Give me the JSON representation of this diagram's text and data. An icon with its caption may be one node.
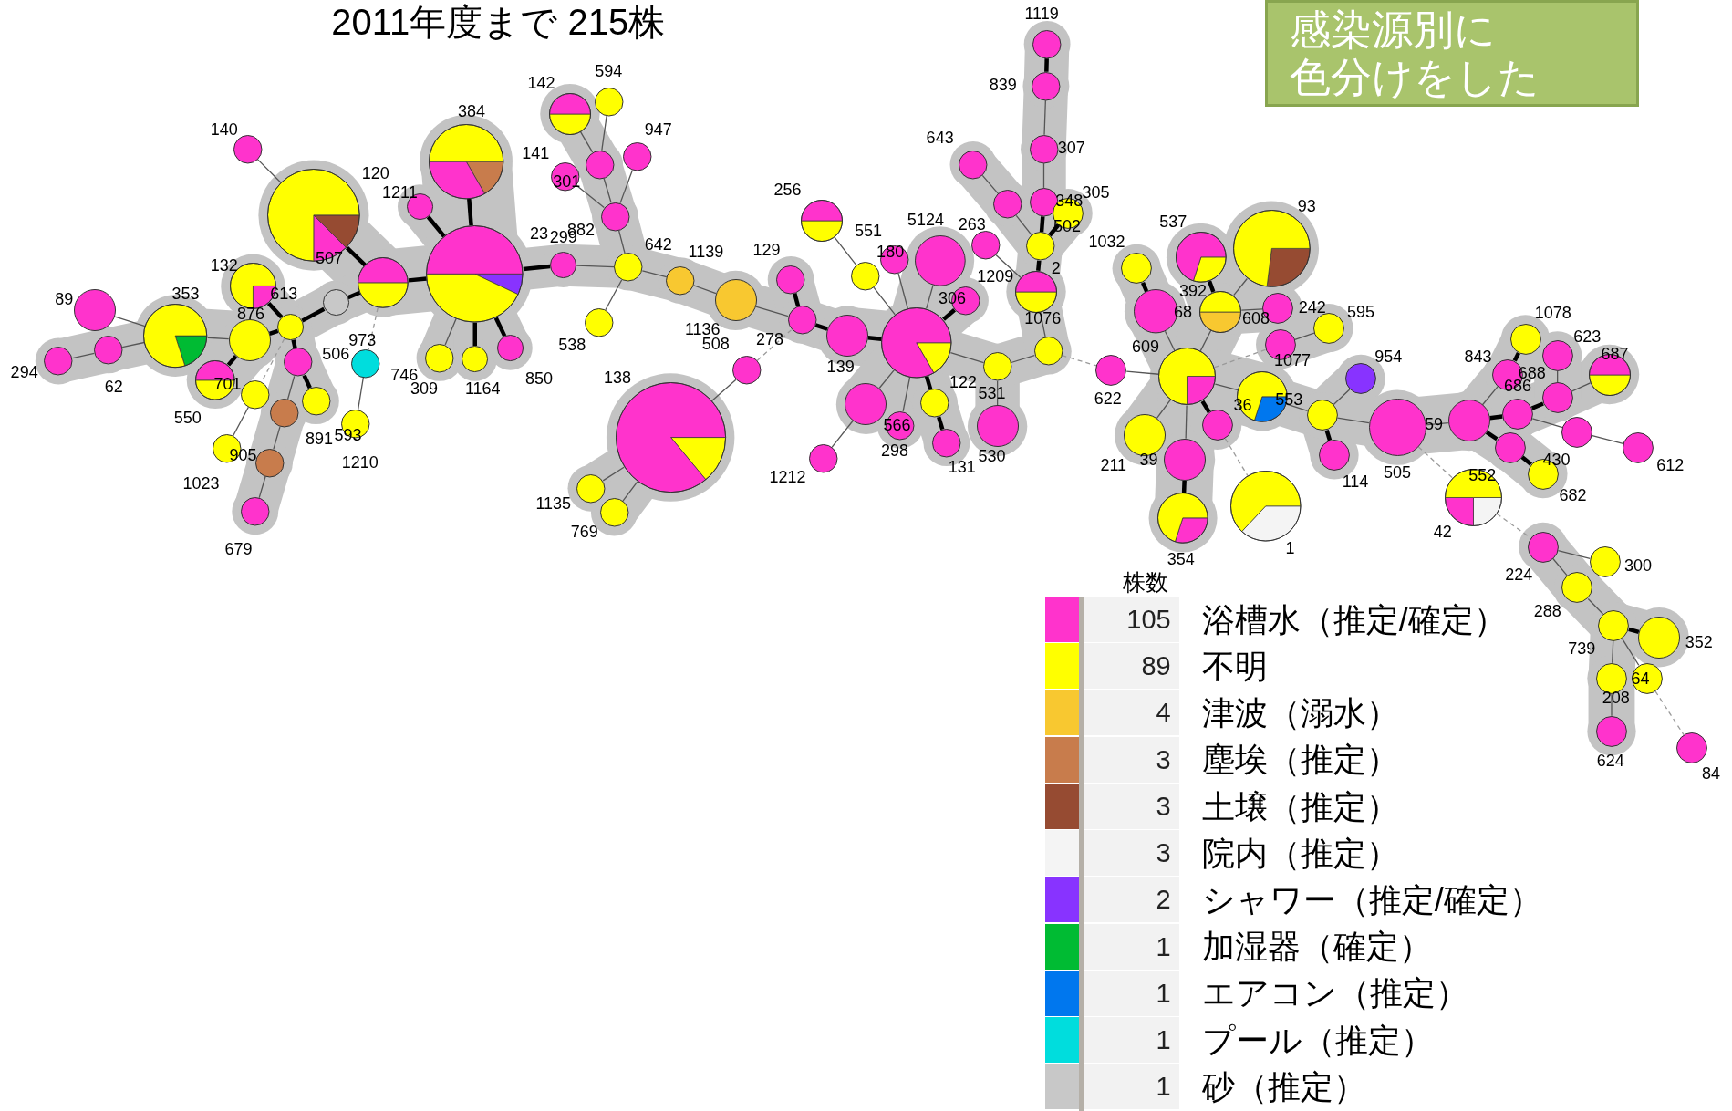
{
  "diagram": {
    "title": "2011年度まで 215株",
    "nodes": [
      {
        "text": [],
        "shape": "circle"
      },
      {
        "text": [],
        "shape": "circle"
      },
      {
        "text": [],
        "shape": "circle"
      },
      {
        "text": [],
        "shape": "circle"
      },
      {
        "text": [],
        "shape": "circle"
      },
      {
        "text": [],
        "shape": "circle"
      },
      {
        "text": [],
        "shape": "circle"
      },
      {
        "text": [],
        "shape": "circle"
      },
      {
        "text": [],
        "shape": "circle"
      },
      {
        "text": [],
        "shape": "circle"
      },
      {
        "text": [],
        "shape": "circle"
      },
      {
        "text": [],
        "shape": "circle"
      },
      {
        "text": [],
        "shape": "circle"
      },
      {
        "text": [],
        "shape": "circle"
      },
      {
        "text": [],
        "shape": "circle"
      },
      {
        "text": [],
        "shape": "circle"
      },
      {
        "text": [],
        "shape": "circle"
      },
      {
        "text": [],
        "shape": "circle"
      },
      {
        "text": [],
        "shape": "circle"
      },
      {
        "text": [],
        "shape": "circle"
      },
      {
        "text": [],
        "shape": "circle"
      },
      {
        "text": [],
        "shape": "circle"
      },
      {
        "text": [],
        "shape": "circle"
      },
      {
        "text": [],
        "shape": "circle"
      },
      {
        "text": [],
        "shape": "circle"
      },
      {
        "text": [],
        "shape": "circle"
      },
      {
        "text": [],
        "shape": "circle"
      },
      {
        "text": [],
        "shape": "circle"
      },
      {
        "text": [],
        "shape": "circle"
      },
      {
        "text": [],
        "shape": "circle"
      },
      {
        "text": [],
        "shape": "circle"
      },
      {
        "text": [],
        "shape": "circle"
      },
      {
        "text": [],
        "shape": "circle"
      },
      {
        "text": [],
        "shape": "circle"
      },
      {
        "text": [],
        "shape": "circle"
      },
      {
        "text": [],
        "shape": "circle"
      },
      {
        "text": [],
        "shape": "circle"
      },
      {
        "text": [],
        "shape": "circle"
      },
      {
        "text": [],
        "shape": "circle"
      },
      {
        "text": [],
        "shape": "circle"
      },
      {
        "text": [],
        "shape": "circle"
      },
      {
        "text": [],
        "shape": "circle"
      },
      {
        "text": [],
        "shape": "circle"
      },
      {
        "text": [],
        "shape": "circle"
      },
      {
        "text": [],
        "shape": "circle"
      },
      {
        "text": [],
        "shape": "circle"
      },
      {
        "text": [],
        "shape": "circle"
      },
      {
        "text": [],
        "shape": "circle"
      },
      {
        "text": [],
        "shape": "circle"
      },
      {
        "text": [],
        "shape": "circle"
      },
      {
        "text": [],
        "shape": "circle"
      },
      {
        "text": [],
        "shape": "circle"
      },
      {
        "text": [],
        "shape": "circle"
      },
      {
        "text": [],
        "shape": "circle"
      },
      {
        "text": [],
        "shape": "circle"
      },
      {
        "text": [],
        "shape": "circle"
      },
      {
        "text": [],
        "shape": "circle"
      },
      {
        "text": [],
        "shape": "circle"
      },
      {
        "text": [],
        "shape": "circle"
      },
      {
        "text": [],
        "shape": "circle"
      },
      {
        "text": [],
        "shape": "circle"
      },
      {
        "text": [],
        "shape": "circle"
      },
      {
        "text": [],
        "shape": "circle"
      },
      {
        "text": [],
        "shape": "circle"
      },
      {
        "text": [],
        "shape": "circle"
      },
      {
        "text": [],
        "shape": "circle"
      },
      {
        "text": [],
        "shape": "circle"
      },
      {
        "text": [],
        "shape": "circle"
      },
      {
        "text": [],
        "shape": "circle"
      },
      {
        "text": [],
        "shape": "circle"
      },
      {
        "text": [],
        "shape": "circle"
      },
      {
        "text": [],
        "shape": "circle"
      },
      {
        "text": [],
        "shape": "circle"
      },
      {
        "text": [],
        "shape": "circle"
      },
      {
        "text": [],
        "shape": "circle"
      },
      {
        "text": [],
        "shape": "circle"
      },
      {
        "text": [],
        "shape": "circle"
      },
      {
        "text": [],
        "shape": "circle"
      },
      {
        "text": [],
        "shape": "circle"
      },
      {
        "text": [],
        "shape": "circle"
      },
      {
        "text": [],
        "shape": "circle"
      },
      {
        "text": [],
        "shape": "circle"
      },
      {
        "text": [],
        "shape": "circle"
      },
      {
        "text": [],
        "shape": "circle"
      },
      {
        "text": [],
        "shape": "circle"
      },
      {
        "text": [],
        "shape": "circle"
      },
      {
        "text": [],
        "shape": "circle"
      },
      {
        "text": [],
        "shape": "circle"
      },
      {
        "text": [],
        "shape": "circle"
      },
      {
        "text": [],
        "shape": "circle"
      },
      {
        "text": [],
        "shape": "circle"
      },
      {
        "text": [],
        "shape": "circle"
      },
      {
        "text": [],
        "shape": "circle"
      },
      {
        "text": [],
        "shape": "circle"
      },
      {
        "text": [],
        "shape": "circle"
      },
      {
        "text": [],
        "shape": "circle"
      },
      {
        "text": [],
        "shape": "circle"
      },
      {
        "text": [],
        "shape": "circle"
      },
      {
        "text": [],
        "shape": "circle"
      },
      {
        "text": [],
        "shape": "circle"
      },
      {
        "text": [],
        "shape": "circle"
      },
      {
        "text": [],
        "shape": "circle"
      },
      {
        "text": [],
        "shape": "circle"
      },
      {
        "text": [],
        "shape": "circle"
      },
      {
        "text": [],
        "shape": "circle"
      },
      {
        "text": [],
        "shape": "circle"
      },
      {
        "text": [],
        "shape": "circle"
      },
      {
        "text": [],
        "shape": "circle"
      },
      {
        "text": [],
        "shape": "circle"
      },
      {
        "text": [],
        "shape": "circle"
      },
      {
        "text": [
          "感染源別に色分けをした"
        ]
      }
    ],
    "edges": [
      {
        "from": 0,
        "to": 1,
        "arrow": "none"
      },
      {
        "from": 1,
        "to": 5,
        "arrow": "none",
        "style": "thick"
      },
      {
        "from": 5,
        "to": 4,
        "arrow": "none",
        "style": "thick"
      },
      {
        "from": 2,
        "to": 4,
        "arrow": "none",
        "style": "thick"
      },
      {
        "from": 3,
        "to": 4,
        "arrow": "none",
        "style": "thick"
      },
      {
        "from": 4,
        "to": 6,
        "arrow": "none",
        "style": "thick"
      },
      {
        "from": 4,
        "to": 7,
        "arrow": "none"
      },
      {
        "from": 4,
        "to": 8,
        "arrow": "none",
        "style": "thick"
      },
      {
        "from": 4,
        "to": 9,
        "arrow": "none",
        "style": "thick"
      },
      {
        "from": 5,
        "to": 10,
        "arrow": "none",
        "style": "thick"
      },
      {
        "from": 10,
        "to": 11,
        "arrow": "none",
        "style": "thick"
      },
      {
        "from": 11,
        "to": 12,
        "arrow": "none",
        "style": "thick"
      },
      {
        "from": 11,
        "to": 17,
        "arrow": "none",
        "style": "thick"
      },
      {
        "from": 17,
        "to": 13,
        "arrow": "none"
      },
      {
        "from": 13,
        "to": 14,
        "arrow": "none"
      },
      {
        "from": 13,
        "to": 15,
        "arrow": "none"
      },
      {
        "from": 15,
        "to": 16,
        "arrow": "none"
      },
      {
        "from": 17,
        "to": 18,
        "arrow": "none",
        "style": "thick"
      },
      {
        "from": 11,
        "to": 19,
        "arrow": "none",
        "style": "thick"
      },
      {
        "from": 19,
        "to": 21,
        "arrow": "none"
      },
      {
        "from": 21,
        "to": 22,
        "arrow": "none"
      },
      {
        "from": 22,
        "to": 23,
        "arrow": "none"
      },
      {
        "from": 19,
        "to": 24,
        "arrow": "none",
        "style": "thick"
      },
      {
        "from": 11,
        "to": 20,
        "arrow": "none",
        "style": "dashed"
      },
      {
        "from": 20,
        "to": 25,
        "arrow": "none"
      },
      {
        "from": 5,
        "to": 26,
        "arrow": "none",
        "style": "dashed"
      },
      {
        "from": 26,
        "to": 27,
        "arrow": "none"
      },
      {
        "from": 6,
        "to": 34,
        "arrow": "none"
      },
      {
        "from": 28,
        "to": 30,
        "arrow": "none"
      },
      {
        "from": 29,
        "to": 30,
        "arrow": "none"
      },
      {
        "from": 30,
        "to": 33,
        "arrow": "none"
      },
      {
        "from": 31,
        "to": 33,
        "arrow": "none"
      },
      {
        "from": 32,
        "to": 33,
        "arrow": "none"
      },
      {
        "from": 33,
        "to": 34,
        "arrow": "none"
      },
      {
        "from": 34,
        "to": 35,
        "arrow": "none"
      },
      {
        "from": 34,
        "to": 36,
        "arrow": "none"
      },
      {
        "from": 36,
        "to": 37,
        "arrow": "none"
      },
      {
        "from": 37,
        "to": 39,
        "arrow": "none"
      },
      {
        "from": 38,
        "to": 39,
        "arrow": "none",
        "style": "thick"
      },
      {
        "from": 39,
        "to": 40,
        "arrow": "none",
        "style": "thick"
      },
      {
        "from": 40,
        "to": 41,
        "arrow": "none",
        "style": "thick"
      },
      {
        "from": 39,
        "to": 48,
        "arrow": "none",
        "style": "dashed"
      },
      {
        "from": 48,
        "to": 49,
        "arrow": "none"
      },
      {
        "from": 49,
        "to": 50,
        "arrow": "none"
      },
      {
        "from": 49,
        "to": 51,
        "arrow": "none"
      },
      {
        "from": 41,
        "to": 43,
        "arrow": "none"
      },
      {
        "from": 43,
        "to": 42,
        "arrow": "none"
      },
      {
        "from": 41,
        "to": 44,
        "arrow": "none"
      },
      {
        "from": 41,
        "to": 45,
        "arrow": "none"
      },
      {
        "from": 41,
        "to": 47,
        "arrow": "none",
        "style": "thick"
      },
      {
        "from": 41,
        "to": 52,
        "arrow": "none"
      },
      {
        "from": 41,
        "to": 53,
        "arrow": "none"
      },
      {
        "from": 41,
        "to": 54,
        "arrow": "none",
        "style": "thick"
      },
      {
        "from": 54,
        "to": 55,
        "arrow": "none",
        "style": "thick"
      },
      {
        "from": 52,
        "to": 56,
        "arrow": "none"
      },
      {
        "from": 41,
        "to": 57,
        "arrow": "none"
      },
      {
        "from": 57,
        "to": 58,
        "arrow": "none"
      },
      {
        "from": 57,
        "to": 59,
        "arrow": "none"
      },
      {
        "from": 59,
        "to": 60,
        "arrow": "none"
      },
      {
        "from": 60,
        "to": 61,
        "arrow": "none",
        "style": "thick"
      },
      {
        "from": 61,
        "to": 65,
        "arrow": "none",
        "style": "thick"
      },
      {
        "from": 65,
        "to": 64,
        "arrow": "none"
      },
      {
        "from": 64,
        "to": 63,
        "arrow": "none"
      },
      {
        "from": 63,
        "to": 62,
        "arrow": "none",
        "style": "thick"
      },
      {
        "from": 61,
        "to": 67,
        "arrow": "none"
      },
      {
        "from": 67,
        "to": 66,
        "arrow": "none"
      },
      {
        "from": 46,
        "to": 60,
        "arrow": "none"
      },
      {
        "from": 61,
        "to": 68,
        "arrow": "none",
        "style": "thick"
      },
      {
        "from": 59,
        "to": 78,
        "arrow": "none",
        "style": "dashed"
      },
      {
        "from": 78,
        "to": 77,
        "arrow": "none"
      },
      {
        "from": 69,
        "to": 70,
        "arrow": "none",
        "style": "thick"
      },
      {
        "from": 70,
        "to": 77,
        "arrow": "none"
      },
      {
        "from": 71,
        "to": 72,
        "arrow": "none",
        "style": "thick"
      },
      {
        "from": 73,
        "to": 72,
        "arrow": "none"
      },
      {
        "from": 72,
        "to": 77,
        "arrow": "none"
      },
      {
        "from": 72,
        "to": 74,
        "arrow": "none"
      },
      {
        "from": 76,
        "to": 75,
        "arrow": "none"
      },
      {
        "from": 77,
        "to": 76,
        "arrow": "none",
        "style": "dashed"
      },
      {
        "from": 77,
        "to": 79,
        "arrow": "none"
      },
      {
        "from": 77,
        "to": 80,
        "arrow": "none"
      },
      {
        "from": 80,
        "to": 81,
        "arrow": "none",
        "style": "thick"
      },
      {
        "from": 77,
        "to": 82,
        "arrow": "none",
        "style": "thick"
      },
      {
        "from": 82,
        "to": 84,
        "arrow": "none",
        "style": "dashed"
      },
      {
        "from": 77,
        "to": 83,
        "arrow": "none"
      },
      {
        "from": 83,
        "to": 85,
        "arrow": "none"
      },
      {
        "from": 85,
        "to": 86,
        "arrow": "none"
      },
      {
        "from": 85,
        "to": 87,
        "arrow": "none",
        "style": "thick"
      },
      {
        "from": 85,
        "to": 88,
        "arrow": "none"
      },
      {
        "from": 88,
        "to": 89,
        "arrow": "none"
      },
      {
        "from": 89,
        "to": 96,
        "arrow": "none",
        "style": "thick"
      },
      {
        "from": 96,
        "to": 95,
        "arrow": "none",
        "style": "thick"
      },
      {
        "from": 95,
        "to": 94,
        "arrow": "none"
      },
      {
        "from": 95,
        "to": 93,
        "arrow": "none"
      },
      {
        "from": 96,
        "to": 99,
        "arrow": "none"
      },
      {
        "from": 99,
        "to": 100,
        "arrow": "none"
      },
      {
        "from": 89,
        "to": 91,
        "arrow": "none"
      },
      {
        "from": 91,
        "to": 92,
        "arrow": "none",
        "style": "thick"
      },
      {
        "from": 89,
        "to": 97,
        "arrow": "none",
        "style": "thick"
      },
      {
        "from": 97,
        "to": 98,
        "arrow": "none",
        "style": "thick"
      },
      {
        "from": 88,
        "to": 90,
        "arrow": "none",
        "style": "dashed"
      },
      {
        "from": 90,
        "to": 101,
        "arrow": "none",
        "style": "dashed"
      },
      {
        "from": 101,
        "to": 102,
        "arrow": "none"
      },
      {
        "from": 101,
        "to": 103,
        "arrow": "none"
      },
      {
        "from": 103,
        "to": 104,
        "arrow": "none"
      },
      {
        "from": 104,
        "to": 105,
        "arrow": "none",
        "style": "thick"
      },
      {
        "from": 104,
        "to": 106,
        "arrow": "none"
      },
      {
        "from": 106,
        "to": 108,
        "arrow": "none"
      },
      {
        "from": 104,
        "to": 107,
        "arrow": "none"
      },
      {
        "from": 107,
        "to": 109,
        "arrow": "none",
        "style": "dashed"
      }
    ],
    "labels": [
      "1119",
      "594",
      "142",
      "839",
      "384",
      "140",
      "947",
      "643",
      "307",
      "141",
      "120",
      "301",
      "256",
      "305",
      "1211",
      "348",
      "93",
      "5124",
      "537",
      "263",
      "502",
      "882",
      "551",
      "23",
      "299",
      "1032",
      "642",
      "129",
      "507",
      "180",
      "1139",
      "132",
      "2",
      "1209",
      "392",
      "353",
      "89",
      "306",
      "613",
      "242",
      "595",
      "68",
      "1078",
      "876",
      "608",
      "1076",
      "1136",
      "278",
      "973",
      "623",
      "508",
      "538",
      "609",
      "506",
      "687",
      "843",
      "954",
      "1077",
      "139",
      "294",
      "688",
      "746",
      "138",
      "850",
      "122",
      "701",
      "62",
      "686",
      "309",
      "1164",
      "531",
      "622",
      "553",
      "36",
      "550",
      "59",
      "566",
      "593",
      "891",
      "298",
      "905",
      "530",
      "39",
      "430",
      "1210",
      "211",
      "612",
      "131",
      "552",
      "505",
      "1212",
      "114",
      "1023",
      "682",
      "1135",
      "42",
      "769",
      "1",
      "679",
      "354",
      "300",
      "224",
      "288",
      "352",
      "739",
      "64",
      "208",
      "624",
      "84",
      "株数",
      "105",
      "89",
      "4",
      "3",
      "3",
      "3",
      "2",
      "1",
      "1",
      "1",
      "1"
    ],
    "legend": [
      {
        "text": "浴槽水（推定/確定）",
        "color": "#ff33cc"
      },
      {
        "text": "不明",
        "color": "#ffff00"
      },
      {
        "text": "津波（溺水）",
        "color": "#f8c830"
      },
      {
        "text": "塵埃（推定）",
        "color": "#c87c4c"
      },
      {
        "text": "土壌（推定）",
        "color": "#964b32"
      },
      {
        "text": "院内（推定）",
        "color": "#f4f4f4"
      },
      {
        "text": "シャワー（推定/確定）",
        "color": "#8833ff"
      },
      {
        "text": "加湿器（確定）",
        "color": "#00bb33"
      },
      {
        "text": "エアコン（推定）",
        "color": "#0077ee"
      },
      {
        "text": "プール（推定）",
        "color": "#00dddd"
      },
      {
        "text": "砂（推定）",
        "color": "#c8c8c8"
      }
    ]
  }
}
